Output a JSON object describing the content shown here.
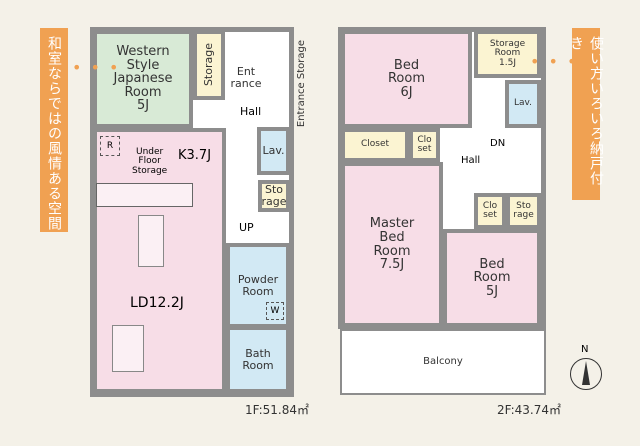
{
  "callouts": {
    "left": "和室ならではの風情ある空間",
    "right": "使い方いろいろ納戸付き"
  },
  "floor1": {
    "area": "1F:51.84㎡",
    "japanese_room": [
      "Western",
      "Style",
      "Japanese",
      "Room",
      "5J"
    ],
    "storage1": "Storage",
    "entrance": [
      "Ent",
      "rance"
    ],
    "entrance_storage": "Entrance Storage",
    "hall": "Hall",
    "lav": "Lav.",
    "storage2": [
      "Sto",
      "rage"
    ],
    "up": "UP",
    "fridge": "R",
    "underfloor": [
      "Under",
      "Floor",
      "Storage"
    ],
    "kitchen": "K3.7J",
    "ld": "LD12.2J",
    "powder": [
      "Powder",
      "Room"
    ],
    "washer": "W",
    "bath": [
      "Bath",
      "Room"
    ]
  },
  "floor2": {
    "area": "2F:43.74㎡",
    "bedroom1": [
      "Bed",
      "Room",
      "6J"
    ],
    "storage_room": [
      "Storage",
      "Room",
      "1.5J"
    ],
    "lav": "Lav.",
    "closet1": "Closet",
    "closet2": [
      "Clo",
      "set"
    ],
    "hall": "Hall",
    "dn": "DN",
    "master": [
      "Master",
      "Bed",
      "Room",
      "7.5J"
    ],
    "closet3": [
      "Clo",
      "set"
    ],
    "storage": [
      "Sto",
      "rage"
    ],
    "bedroom2": [
      "Bed",
      "Room",
      "5J"
    ],
    "balcony": "Balcony"
  },
  "compass": "N"
}
